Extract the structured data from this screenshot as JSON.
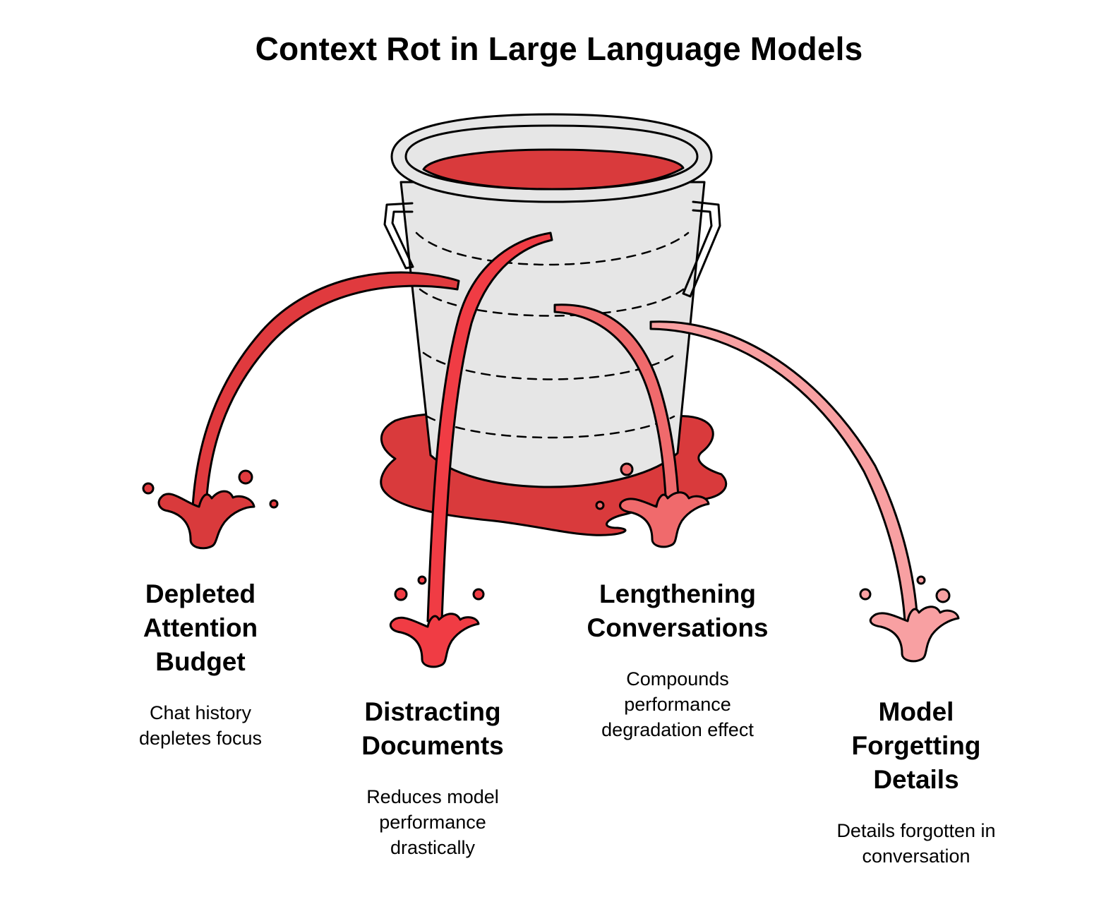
{
  "title": "Context Rot in Large Language Models",
  "colors": {
    "bucket_fill": "#e6e6e6",
    "outline": "#000000",
    "liquid": "#d93a3c",
    "stream_red": "#e83a40",
    "stream_salmon": "#f06a6c",
    "stream_pink": "#f8a0a2"
  },
  "leaks": [
    {
      "id": "depleted",
      "title": "Depleted\nAttention\nBudget",
      "description": "Chat history\ndepletes focus"
    },
    {
      "id": "distract",
      "title": "Distracting\nDocuments",
      "description": "Reduces model\nperformance\ndrastically"
    },
    {
      "id": "lengthen",
      "title": "Lengthening\nConversations",
      "description": "Compounds\nperformance\ndegradation effect"
    },
    {
      "id": "forget",
      "title": "Model\nForgetting\nDetails",
      "description": "Details forgotten in\nconversation"
    }
  ]
}
